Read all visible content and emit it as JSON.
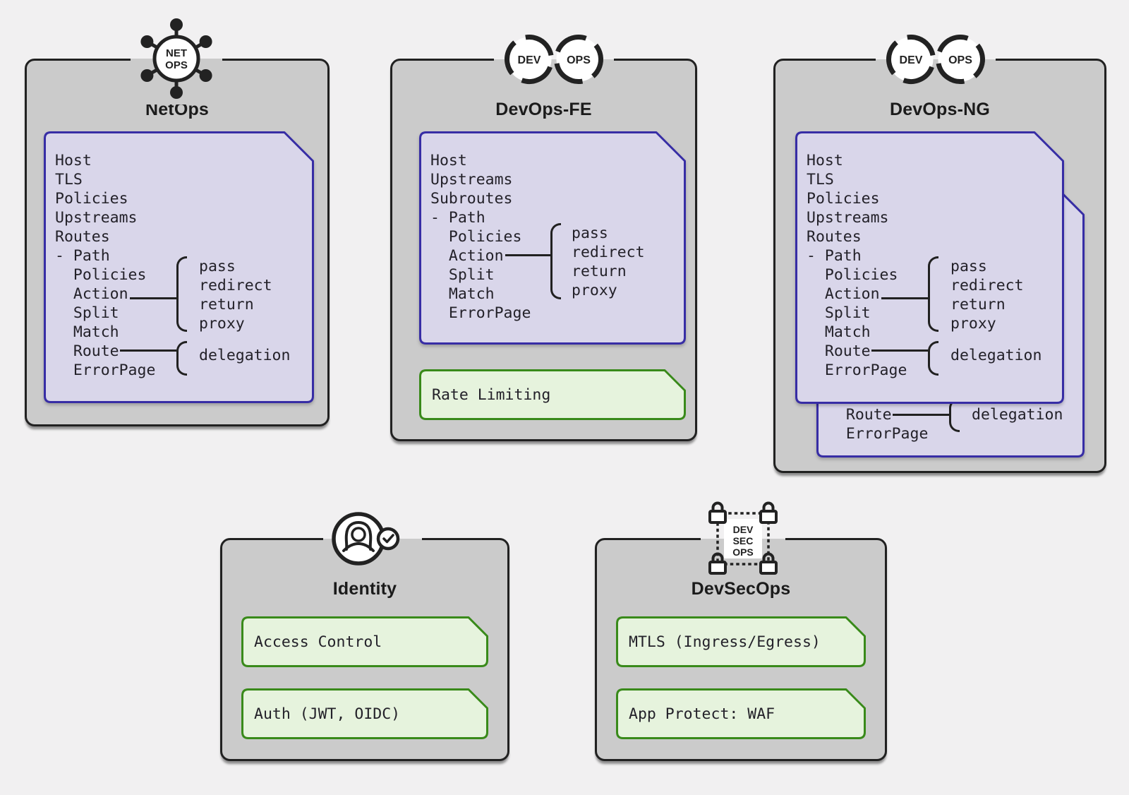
{
  "diagram": {
    "groups": [
      {
        "title": "NetOps",
        "icon": "netops-hub-icon",
        "panel": {
          "lines": [
            "Host",
            "TLS",
            "Policies",
            "Upstreams",
            "Routes",
            "- Path",
            "  Policies",
            "  Action",
            "  Split",
            "  Match",
            "  Route",
            "  ErrorPage"
          ],
          "action_options": [
            "pass",
            "redirect",
            "return",
            "proxy"
          ],
          "route_options": [
            "delegation"
          ]
        }
      },
      {
        "title": "DevOps-FE",
        "icon": "devops-loop-icon",
        "panel": {
          "lines": [
            "Host",
            "Upstreams",
            "Subroutes",
            "- Path",
            "  Policies",
            "  Action",
            "  Split",
            "  Match",
            "  ErrorPage"
          ],
          "action_options": [
            "pass",
            "redirect",
            "return",
            "proxy"
          ]
        },
        "chips": [
          "Rate Limiting"
        ]
      },
      {
        "title": "DevOps-NG",
        "icon": "devops-loop-icon",
        "panel": {
          "lines": [
            "Host",
            "TLS",
            "Policies",
            "Upstreams",
            "Routes",
            "- Path",
            "  Policies",
            "  Action",
            "  Split",
            "  Match",
            "  Route",
            "  ErrorPage"
          ],
          "action_options": [
            "pass",
            "redirect",
            "return",
            "proxy"
          ],
          "route_options": [
            "delegation"
          ]
        },
        "back_panel": {
          "lines": [
            "  Route",
            "  ErrorPage"
          ],
          "route_options": [
            "delegation"
          ]
        }
      },
      {
        "title": "Identity",
        "icon": "identity-person-icon",
        "chips": [
          "Access Control",
          "Auth (JWT, OIDC)"
        ]
      },
      {
        "title": "DevSecOps",
        "icon": "devsecops-locks-icon",
        "chips": [
          "MTLS (Ingress/Egress)",
          "App Protect: WAF"
        ]
      }
    ],
    "icon_labels": {
      "netops": [
        "NET",
        "OPS"
      ],
      "devops": [
        "DEV",
        "OPS"
      ],
      "devsecops": [
        "DEV",
        "SEC",
        "OPS"
      ]
    },
    "colors": {
      "background": "#f1f0f1",
      "box_fill": "#cbcbcb",
      "box_border": "#212121",
      "purple_fill": "#d9d6ea",
      "purple_border": "#372da5",
      "green_fill": "#e6f3dd",
      "green_border": "#398a1a",
      "text": "#232129"
    }
  }
}
